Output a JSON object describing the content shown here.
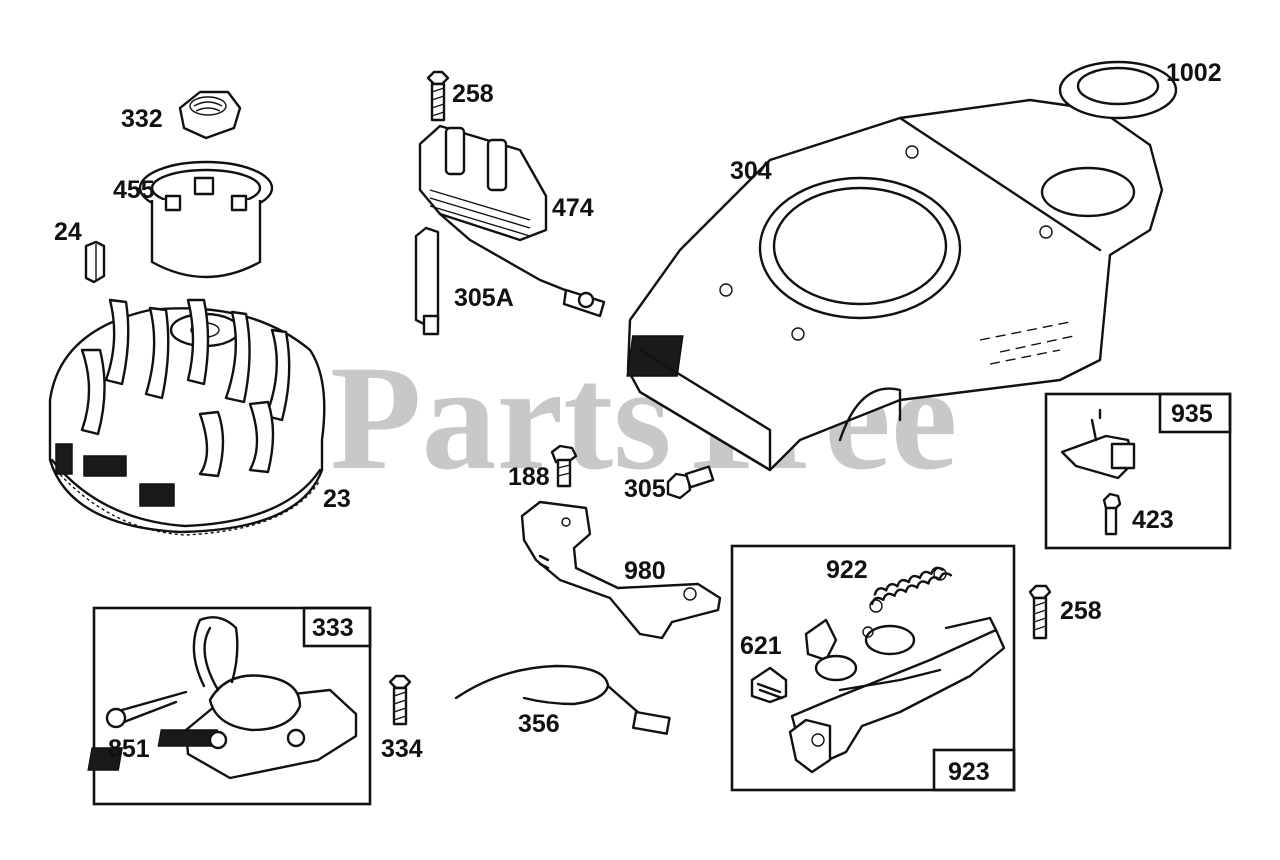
{
  "watermark": {
    "text": "PartsTree",
    "trademark": "™"
  },
  "callouts": {
    "c258a": "258",
    "c332": "332",
    "c455": "455",
    "c24": "24",
    "c474": "474",
    "c305a": "305A",
    "c304": "304",
    "c1002": "1002",
    "c23": "23",
    "c188": "188",
    "c305": "305",
    "c980": "980",
    "c922": "922",
    "c621": "621",
    "c258b": "258",
    "c356": "356",
    "c334": "334",
    "c851": "851",
    "c423": "423"
  },
  "boxes": {
    "b935": "935",
    "b333": "333",
    "b923": "923"
  },
  "colors": {
    "ink": "#111111",
    "watermark": "#c8c8c8",
    "background": "#ffffff"
  }
}
